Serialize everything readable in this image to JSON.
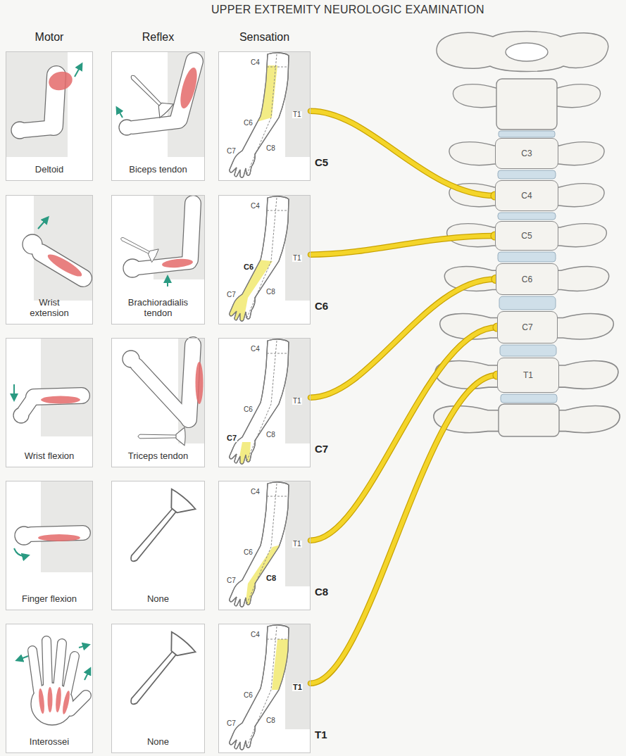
{
  "diagram": {
    "title": "UPPER EXTREMITY NEUROLOGIC EXAMINATION",
    "nodes": [
      {
        "text": [
          "Deltoid"
        ]
      },
      {
        "text": [
          "Biceps tendon"
        ]
      },
      {
        "text": [
          "C4",
          "T1",
          "C6",
          "C7",
          "C8",
          "C5"
        ]
      },
      {
        "text": [
          "Wrist extension"
        ]
      },
      {
        "text": [
          "Brachioradialis tendon"
        ]
      },
      {
        "text": [
          "C4",
          "T1",
          "C6",
          "C7",
          "C8",
          "C6"
        ]
      },
      {
        "text": [
          "Wrist flexion"
        ]
      },
      {
        "text": [
          "Triceps tendon"
        ]
      },
      {
        "text": [
          "C4",
          "T1",
          "C6",
          "C7",
          "C8",
          "C7"
        ]
      },
      {
        "text": [
          "Finger flexion"
        ]
      },
      {
        "text": [
          "None"
        ]
      },
      {
        "text": [
          "C4",
          "T1",
          "C6",
          "C7",
          "C8",
          "C8"
        ]
      },
      {
        "text": [
          "Interossei"
        ]
      },
      {
        "text": [
          "None"
        ]
      },
      {
        "text": [
          "C4",
          "T1",
          "C6",
          "C7",
          "C8",
          "T1"
        ]
      },
      {
        "text": [
          "C3"
        ]
      },
      {
        "text": [
          "C4"
        ]
      },
      {
        "text": [
          "C5"
        ]
      },
      {
        "text": [
          "C6"
        ]
      },
      {
        "text": [
          "C7"
        ]
      },
      {
        "text": [
          "T1"
        ]
      }
    ],
    "edges": [
      {
        "from": 2,
        "to": 16,
        "arrow": "none"
      },
      {
        "from": 5,
        "to": 17,
        "arrow": "none"
      },
      {
        "from": 8,
        "to": 18,
        "arrow": "none"
      },
      {
        "from": 11,
        "to": 19,
        "arrow": "none"
      },
      {
        "from": 14,
        "to": 20,
        "arrow": "none"
      }
    ],
    "labels": [
      "Motor",
      "Reflex",
      "Sensation"
    ]
  }
}
